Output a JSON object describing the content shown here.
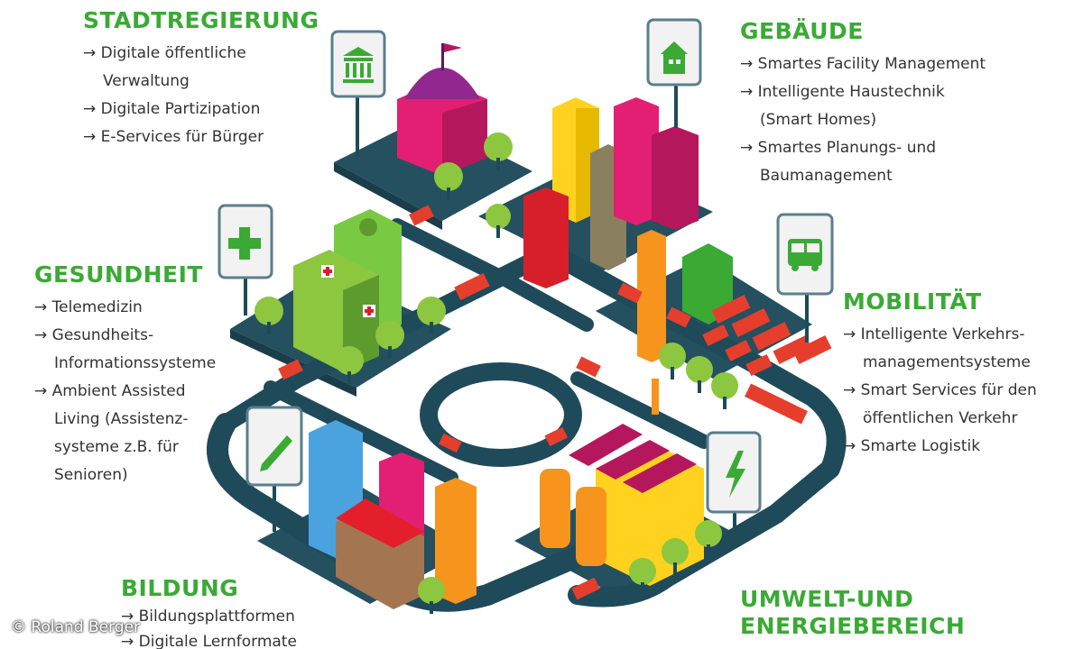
{
  "colors": {
    "accent": "#3aaa35",
    "road": "#1f4a5a",
    "platform": "#24505f",
    "tree": "#8dc63f"
  },
  "categories": [
    {
      "id": "stadtregierung",
      "title": "STADTREGIERUNG",
      "icon": "city-hall-icon",
      "items": [
        {
          "lines": [
            "→ Digitale öffentliche",
            "Verwaltung"
          ]
        },
        {
          "lines": [
            "→ Digitale Partizipation"
          ]
        },
        {
          "lines": [
            "→ E-Services für Bürger"
          ]
        }
      ]
    },
    {
      "id": "gebaeude",
      "title": "GEBÄUDE",
      "icon": "house-icon",
      "items": [
        {
          "lines": [
            "→ Smartes Facility Management"
          ]
        },
        {
          "lines": [
            "→ Intelligente Haustechnik",
            "(Smart Homes)"
          ]
        },
        {
          "lines": [
            "→ Smartes Planungs- und",
            "Baumanagement"
          ]
        }
      ]
    },
    {
      "id": "gesundheit",
      "title": "GESUNDHEIT",
      "icon": "medical-cross-icon",
      "items": [
        {
          "lines": [
            "→ Telemedizin"
          ]
        },
        {
          "lines": [
            "→ Gesundheits-",
            "Informationssysteme"
          ]
        },
        {
          "lines": [
            "→ Ambient Assisted",
            "Living (Assistenz-",
            "systeme z.B. für",
            "Senioren)"
          ]
        }
      ]
    },
    {
      "id": "mobilitaet",
      "title": "MOBILITÄT",
      "icon": "bus-icon",
      "items": [
        {
          "lines": [
            "→ Intelligente Verkehrs-",
            "managementsysteme"
          ]
        },
        {
          "lines": [
            "→ Smart Services für den",
            "öffentlichen Verkehr"
          ]
        },
        {
          "lines": [
            "→ Smarte Logistik"
          ]
        }
      ]
    },
    {
      "id": "bildung",
      "title": "BILDUNG",
      "icon": "pencil-icon",
      "items": [
        {
          "lines": [
            "→ Bildungsplattformen"
          ]
        },
        {
          "lines": [
            "→ Digitale Lernformate"
          ]
        }
      ]
    },
    {
      "id": "umwelt",
      "title": "UMWELT-UND ENERGIEBEREICH",
      "title_lines": [
        "UMWELT-UND",
        "ENERGIEBEREICH"
      ],
      "icon": "lightning-icon",
      "items": []
    }
  ],
  "credit": "© Roland Berger"
}
